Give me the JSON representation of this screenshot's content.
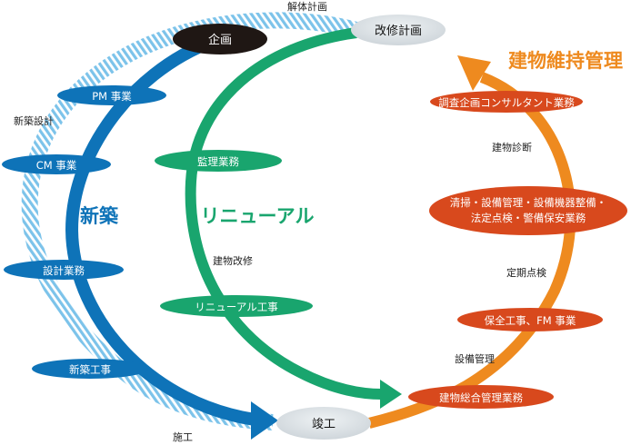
{
  "colors": {
    "new_build_blue": "#0e73b8",
    "stripe_blue": "#7cc3ea",
    "renewal_green": "#19a56e",
    "maintenance_orange": "#ee8a1f",
    "maintenance_red": "#d8491d",
    "node_gray": "#d9dfe3",
    "node_black": "#1f1714"
  },
  "nodes": {
    "kikaku": "企画",
    "kaishu_keikaku": "改修計画",
    "shunko": "竣工"
  },
  "section_titles": {
    "shinchiku": "新築",
    "renewal": "リニューアル",
    "maintenance": "建物維持管理"
  },
  "new_build_tags": [
    "PM 事業",
    "CM 事業",
    "設計業務",
    "新築工事"
  ],
  "renewal_tags": [
    "監理業務",
    "リニューアル工事"
  ],
  "maintenance_tags": {
    "consulting": "調査企画コンサルタント業務",
    "cleaning_line1": "清掃・設備管理・設備機器整備・",
    "cleaning_line2": "法定点検・警備保安業務",
    "hozen": "保全工事、FM 事業",
    "sogo": "建物総合管理業務"
  },
  "phase_labels": {
    "kaitai_keikaku": "解体計画",
    "shinchiku_sekkei": "新築設計",
    "sekou": "施工",
    "tatemono_kaishu": "建物改修",
    "tatemono_shindan": "建物診断",
    "teiki_tenken": "定期点検",
    "setsubi_kanri": "設備管理"
  }
}
